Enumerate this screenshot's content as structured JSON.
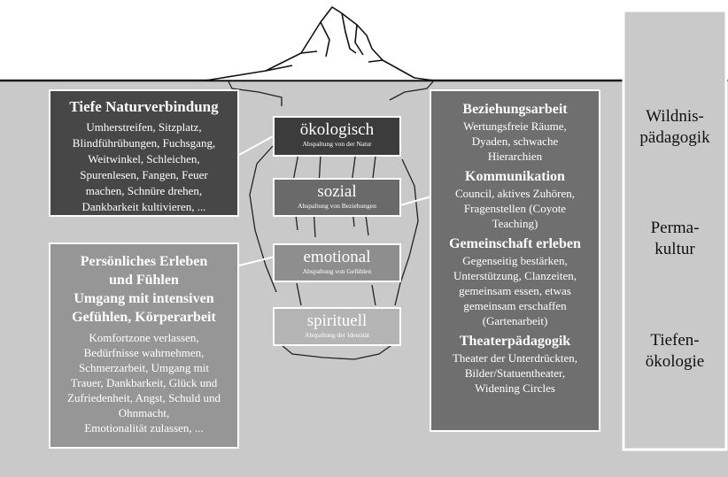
{
  "left_boxes": [
    {
      "heading": "Tiefe Naturverbindung",
      "lines": [
        "Umherstreifen, Sitzplatz,",
        "Blindführübungen, Fuchsgang,",
        "Weitwinkel, Schleichen,",
        "Spurenlesen, Fangen, Feuer",
        "machen, Schnüre drehen,",
        "Dankbarkeit kultivieren, ..."
      ]
    },
    {
      "headings": [
        "Persönliches Erleben",
        "und Fühlen",
        "Umgang mit intensiven",
        "Gefühlen, Körperarbeit"
      ],
      "lines": [
        "Komfortzone verlassen,",
        "Bedürfnisse wahrnehmen,",
        "Schmerzarbeit, Umgang mit",
        "Trauer, Dankbarkeit, Glück und",
        "Zufriedenheit, Angst, Schuld und",
        "Ohnmacht,",
        "Emotionalität zulassen, ..."
      ]
    }
  ],
  "tiers": [
    {
      "name": "ökologisch",
      "sub": "Abspaltung von der Natur",
      "color": "#3c3c3c"
    },
    {
      "name": "sozial",
      "sub": "Abspaltung von Beziehungen",
      "color": "#6a6a6a"
    },
    {
      "name": "emotional",
      "sub": "Abspaltung von Gefühlen",
      "color": "#8e8e8e"
    },
    {
      "name": "spirituell",
      "sub": "Abspaltung der Identität",
      "color": "#b4b4b4"
    }
  ],
  "right_box": [
    {
      "heading": "Beziehungsarbeit",
      "lines": [
        "Wertungsfreie Räume,",
        "Dyaden, schwache",
        "Hierarchien"
      ]
    },
    {
      "heading": "Kommunikation",
      "lines": [
        "Council, aktives Zuhören,",
        "Fragenstellen (Coyote",
        "Teaching)"
      ]
    },
    {
      "heading": "Gemeinschaft erleben",
      "lines": [
        "Gegenseitig bestärken,",
        "Unterstützung, Clanzeiten,",
        "gemeinsam essen, etwas",
        "gemeinsam erschaffen",
        "(Gartenarbeit)"
      ]
    },
    {
      "heading": "Theaterpädagogik",
      "lines": [
        "Theater der Unterdrückten,",
        "Bilder/Statuentheater,",
        "Widening Circles"
      ]
    }
  ],
  "side_labels": [
    [
      "Wildnis-",
      "pädagogik"
    ],
    [
      "Perma-",
      "kultur"
    ],
    [
      "Tiefen-",
      "ökologie"
    ]
  ],
  "colors": {
    "water": "#c9c9c9",
    "waterline": "#1a1a1a",
    "box_dark": "#474747",
    "box_mid": "#969696",
    "box_right": "#6f6f6f",
    "side_panel": "#c9c9c9"
  }
}
